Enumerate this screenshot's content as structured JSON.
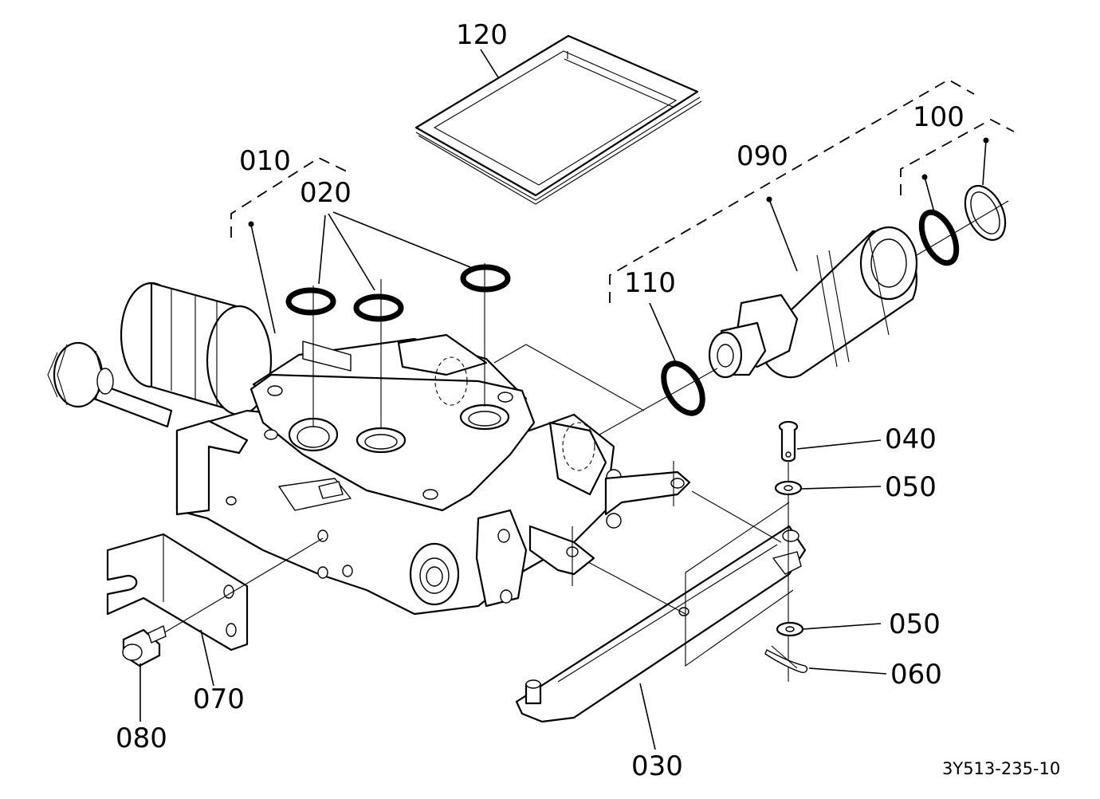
{
  "diagram": {
    "reference_code": "3Y513-235-10",
    "callouts": [
      {
        "id": "c010",
        "label": "010"
      },
      {
        "id": "c020",
        "label": "020"
      },
      {
        "id": "c030",
        "label": "030"
      },
      {
        "id": "c040",
        "label": "040"
      },
      {
        "id": "c050a",
        "label": "050"
      },
      {
        "id": "c050b",
        "label": "050"
      },
      {
        "id": "c060",
        "label": "060"
      },
      {
        "id": "c070",
        "label": "070"
      },
      {
        "id": "c080",
        "label": "080"
      },
      {
        "id": "c090",
        "label": "090"
      },
      {
        "id": "c100",
        "label": "100"
      },
      {
        "id": "c110",
        "label": "110"
      },
      {
        "id": "c120",
        "label": "120"
      }
    ]
  }
}
